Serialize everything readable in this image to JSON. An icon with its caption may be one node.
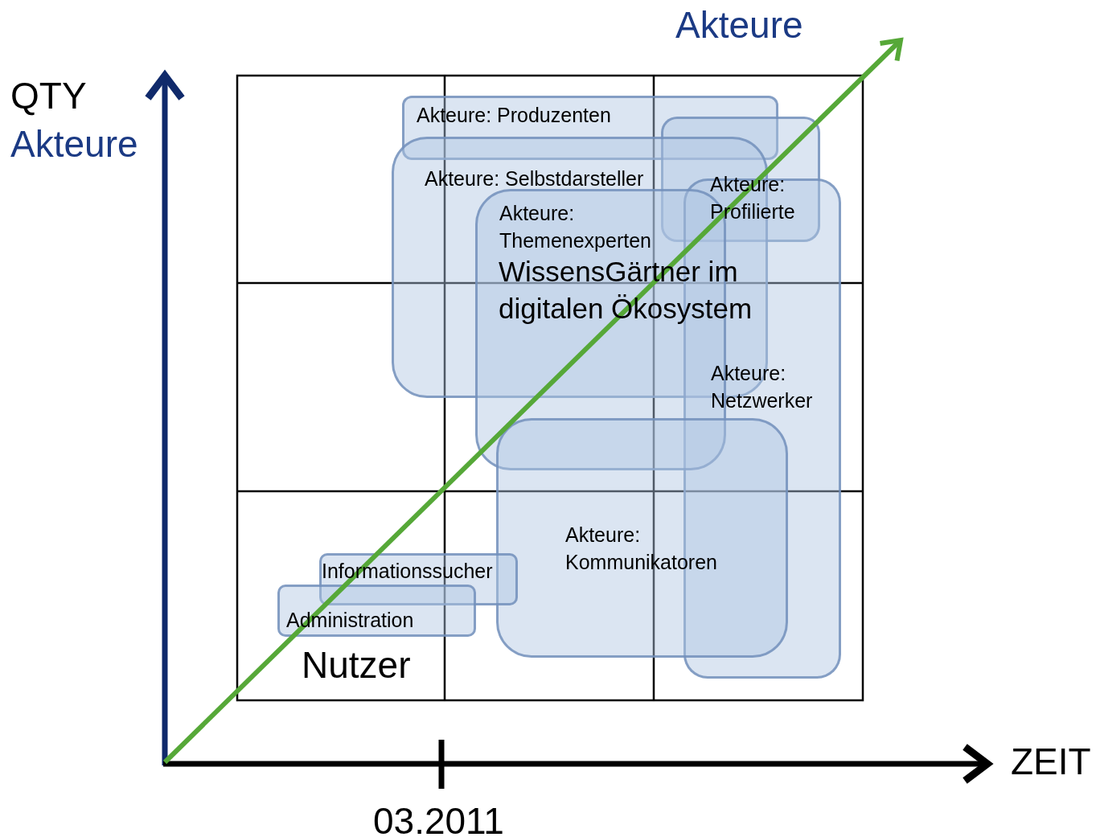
{
  "diagram": {
    "nodes": [
      {
        "text": [
          "Akteure: Produzenten"
        ]
      },
      {
        "text": [
          "Akteure: Profilierte"
        ]
      },
      {
        "text": [
          "Akteure: Selbstdarsteller"
        ]
      },
      {
        "text": [
          "Akteure: Netzwerker"
        ]
      },
      {
        "text": [
          "Akteure: Themenexperten"
        ]
      },
      {
        "text": [
          "Akteure: Kommunikatoren"
        ]
      },
      {
        "text": [
          "Informationssucher"
        ]
      },
      {
        "text": [
          "Administration"
        ]
      }
    ],
    "edges": [],
    "labels": [
      "Akteure",
      "QTY",
      "Akteure",
      "WissensGärtner im digitalen Ökosystem",
      "Nutzer",
      "ZEIT",
      "03.2011"
    ]
  }
}
